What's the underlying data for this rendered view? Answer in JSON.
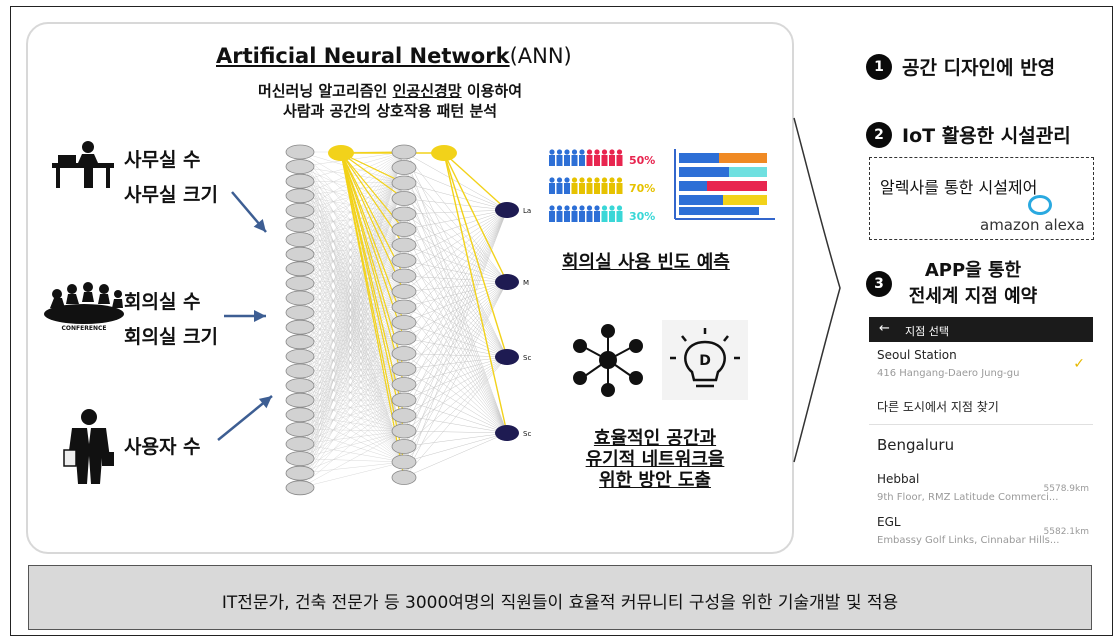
{
  "ann": {
    "title_main": "Artificial Neural Network",
    "title_paren": "(ANN)",
    "subtitle_line1_pre": "머신러닝 알고리즘인 ",
    "subtitle_line1_ul": "인공신경망",
    "subtitle_line1_post": " 이용하여",
    "subtitle_line2": "사람과 공간의 상호작용 패턴 분석"
  },
  "inputs": {
    "office_count": "사무실 수",
    "office_size": "사무실 크기",
    "meeting_count": "회의실 수",
    "meeting_size": "회의실 크기",
    "user_count": "사용자 수",
    "conference_sign": "CONFERENCE"
  },
  "network": {
    "output_labels": [
      "La",
      "M",
      "Sc",
      "Sc"
    ]
  },
  "outputs": {
    "percent_rows": [
      "50%",
      "70%",
      "30%"
    ],
    "percent_colors": [
      "#e8254f",
      "#e6c200",
      "#3ad7d7"
    ],
    "meeting_prediction": "회의실 사용 빈도 예측",
    "efficiency_line1": "효율적인 공간과",
    "efficiency_line2": "유기적 네트워크을",
    "efficiency_line3": "위한 방안 도출"
  },
  "right": {
    "item1": "공간 디자인에 반영",
    "item2": "IoT 활용한 시설관리",
    "alexa_caption": "알렉사를 통한 시설제어",
    "alexa_logo": "amazon alexa",
    "item3_line1": "APP을 통한",
    "item3_line2": "전세계 지점 예약",
    "badges": [
      "1",
      "2",
      "3"
    ]
  },
  "app": {
    "bar_title": "지점 선택",
    "back_icon": "←",
    "row1_name": "Seoul Station",
    "row1_addr": "416 Hangang-Daero Jung-gu",
    "check": "✓",
    "other_city": "다른 도시에서 지점 찾기",
    "city": "Bengaluru",
    "row2_name": "Hebbal",
    "row2_addr": "9th Floor, RMZ Latitude Commerci...",
    "row2_dist": "5578.9km",
    "row3_name": "EGL",
    "row3_addr": "Embassy Golf Links, Cinnabar Hills...",
    "row3_dist": "5582.1km"
  },
  "footer": {
    "text": "IT전문가, 건축 전문가 등 3000여명의 직원들이 효율적 커뮤니티 구성을 위한 기술개발 및 적용"
  },
  "colors": {
    "accent_yellow": "#f2d21a",
    "output_node": "#1e1b52",
    "arrow_blue": "#3d5e93"
  }
}
